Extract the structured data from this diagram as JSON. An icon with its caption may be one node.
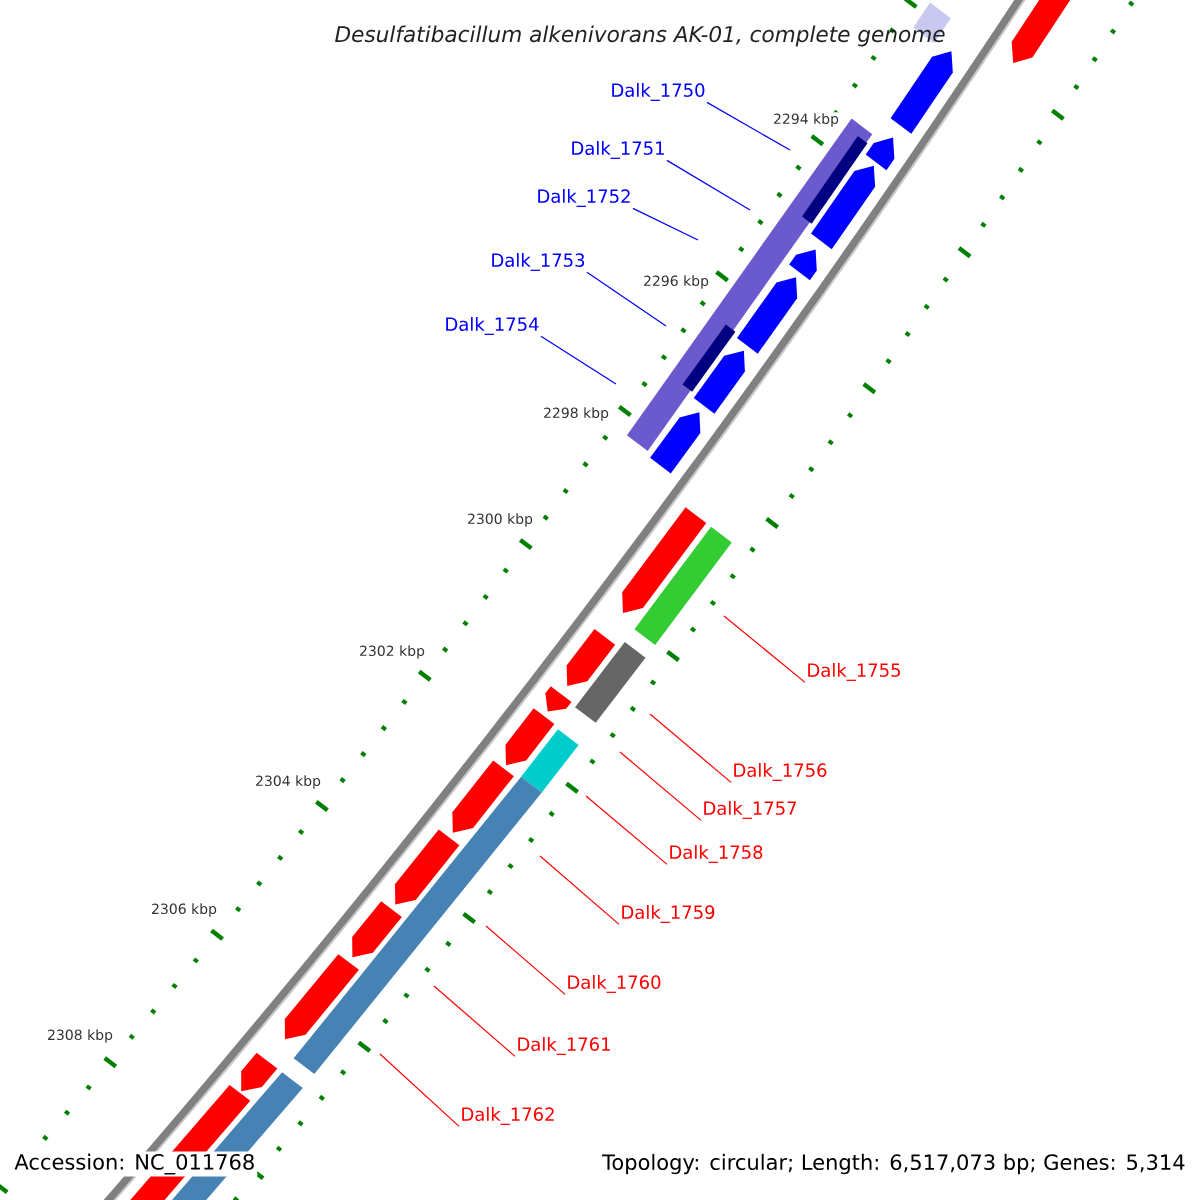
{
  "diagram": {
    "title": "Desulfatibacillum alkenivorans AK-01, complete genome",
    "nodes": [
      {
        "text": [
          "Dalk_1750"
        ]
      },
      {
        "text": [
          "Dalk_1751"
        ]
      },
      {
        "text": [
          "Dalk_1752"
        ]
      },
      {
        "text": [
          "Dalk_1753"
        ]
      },
      {
        "text": [
          "Dalk_1754"
        ]
      },
      {
        "text": [
          "Dalk_1755"
        ]
      },
      {
        "text": [
          "Dalk_1756"
        ]
      },
      {
        "text": [
          "Dalk_1757"
        ]
      },
      {
        "text": [
          "Dalk_1758"
        ]
      },
      {
        "text": [
          "Dalk_1759"
        ]
      },
      {
        "text": [
          "Dalk_1760"
        ]
      },
      {
        "text": [
          "Dalk_1761"
        ]
      },
      {
        "text": [
          "Dalk_1762"
        ]
      }
    ],
    "edges": [
      {
        "from": 0,
        "to": null,
        "arrow": "none",
        "color": "#0000ff"
      },
      {
        "from": 1,
        "to": null,
        "arrow": "none",
        "color": "#0000ff"
      },
      {
        "from": 2,
        "to": null,
        "arrow": "none",
        "color": "#0000ff"
      },
      {
        "from": 3,
        "to": null,
        "arrow": "none",
        "color": "#0000ff"
      },
      {
        "from": 4,
        "to": null,
        "arrow": "none",
        "color": "#0000ff"
      },
      {
        "from": 5,
        "to": null,
        "arrow": "none"
      },
      {
        "from": 6,
        "to": null,
        "arrow": "none"
      },
      {
        "from": 7,
        "to": null,
        "arrow": "none"
      },
      {
        "from": 8,
        "to": null,
        "arrow": "none"
      },
      {
        "from": 9,
        "to": null,
        "arrow": "none"
      },
      {
        "from": 10,
        "to": null,
        "arrow": "none"
      },
      {
        "from": 11,
        "to": null,
        "arrow": "none"
      },
      {
        "from": 12,
        "to": null,
        "arrow": "none"
      }
    ],
    "labels": [
      "2294 kbp",
      "2296 kbp",
      "2298 kbp",
      "2300 kbp",
      "2302 kbp",
      "2304 kbp",
      "2306 kbp",
      "2308 kbp",
      "Accession: NC_011768",
      "Topology: circular; Length: 6,517,073 bp; Genes: 5,314"
    ]
  }
}
